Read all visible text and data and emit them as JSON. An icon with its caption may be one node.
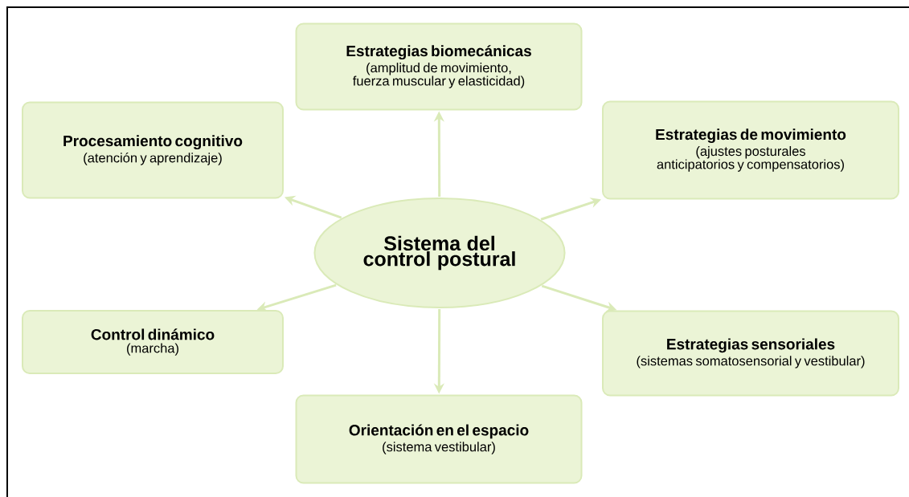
{
  "diagram": {
    "nodes": [
      {
        "text": [
          "Estrategias biomecánicas",
          "(amplitud de movimiento, fuerza muscular y elasticidad)"
        ]
      },
      {
        "text": [
          "Procesamiento cognitivo",
          "(atención y aprendizaje)"
        ]
      },
      {
        "text": [
          "Estrategias de movimiento",
          "(ajustes posturales anticipatorios y compensatorios)"
        ]
      },
      {
        "text": [
          "Sistema del control postural"
        ]
      },
      {
        "text": [
          "Control dinámico",
          "(marcha)"
        ]
      },
      {
        "text": [
          "Estrategias sensoriales",
          "(sistemas somatosensorial y vestibular)"
        ]
      },
      {
        "text": [
          "Orientación en el espacio",
          "(sistema vestibular)"
        ]
      }
    ],
    "edges": [
      {
        "from": 3,
        "to": 0,
        "arrow": "to"
      },
      {
        "from": 3,
        "to": 1,
        "arrow": "to"
      },
      {
        "from": 3,
        "to": 2,
        "arrow": "to"
      },
      {
        "from": 3,
        "to": 4,
        "arrow": "to"
      },
      {
        "from": 3,
        "to": 5,
        "arrow": "to"
      },
      {
        "from": 3,
        "to": 6,
        "arrow": "to"
      }
    ]
  }
}
